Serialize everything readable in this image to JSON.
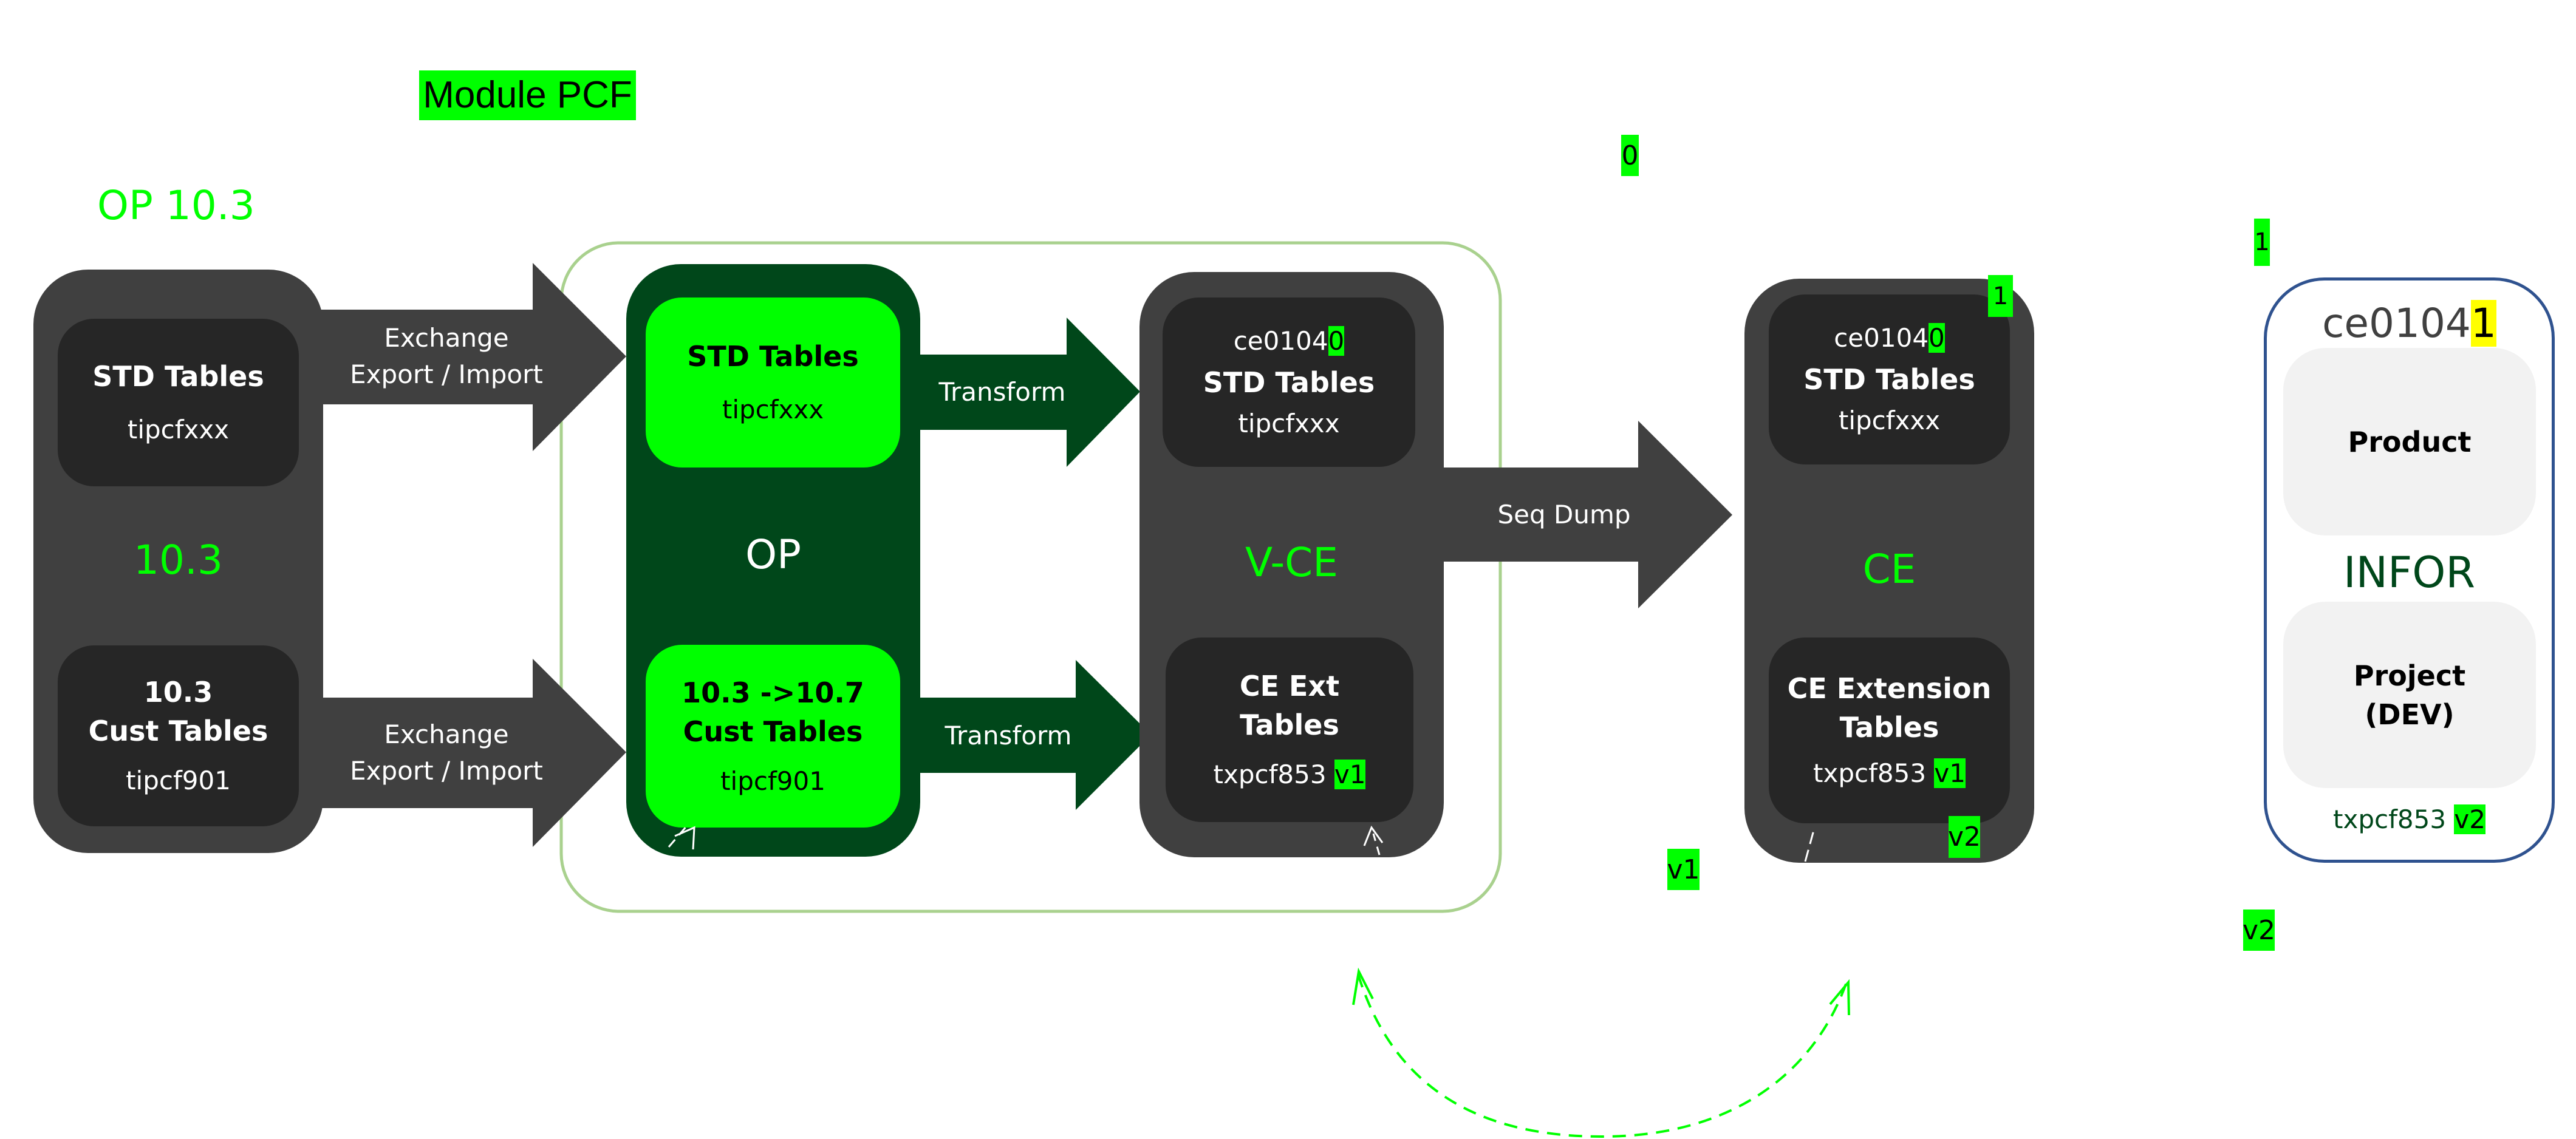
{
  "title": "Module PCF",
  "stages": {
    "op103": {
      "heading": "OP 10.3",
      "center_label": "10.3",
      "std": {
        "title": "STD Tables",
        "table": "tipcfxxx"
      },
      "cust": {
        "title_line1": "10.3",
        "title_line2": "Cust Tables",
        "table": "tipcf901"
      }
    },
    "op": {
      "center_label": "OP",
      "std": {
        "title": "STD Tables",
        "table": "tipcfxxx"
      },
      "cust": {
        "title_line1": "10.3 ->10.7",
        "title_line2": "Cust Tables",
        "table": "tipcf901"
      }
    },
    "vce": {
      "center_label": "V-CE",
      "std": {
        "company_prefix": "ce0104",
        "company_suffix": "0",
        "title": "STD Tables",
        "table": "tipcfxxx"
      },
      "ext": {
        "title_line1": "CE Ext",
        "title_line2": "Tables",
        "table": "txpcf853",
        "version": "v1"
      }
    },
    "ce": {
      "center_label": "CE",
      "corner_badge": "1",
      "std": {
        "company_prefix": "ce0104",
        "company_suffix": "0",
        "title": "STD Tables",
        "table": "tipcfxxx"
      },
      "ext": {
        "title_line1": "CE Extension",
        "title_line2": "Tables",
        "table": "txpcf853",
        "version": "v1",
        "version_below": "v2"
      }
    },
    "infor": {
      "company_prefix": "ce0104",
      "company_suffix": "1",
      "center_label": "INFOR",
      "product": "Product",
      "project_line1": "Project",
      "project_line2": "(DEV)",
      "table": "txpcf853",
      "version": "v2"
    }
  },
  "arrows": {
    "exchange_top": {
      "line1": "Exchange",
      "line2": "Export / Import"
    },
    "exchange_bottom": {
      "line1": "Exchange",
      "line2": "Export / Import"
    },
    "transform_top": "Transform",
    "transform_bottom": "Transform",
    "seq_dump": "Seq Dump"
  },
  "floating_badges": {
    "top_zero": "0",
    "top_one": "1",
    "middle_v1": "v1",
    "right_v2": "v2"
  },
  "colors": {
    "bright_green": "#00ff00",
    "dark_green": "#00471a",
    "panel_gray": "#404040",
    "inner_gray": "#262626",
    "outline_green": "#a9d18e",
    "infor_blue": "#2f528f",
    "infor_text": "#00471a",
    "highlight_yellow": "#ffff00"
  }
}
